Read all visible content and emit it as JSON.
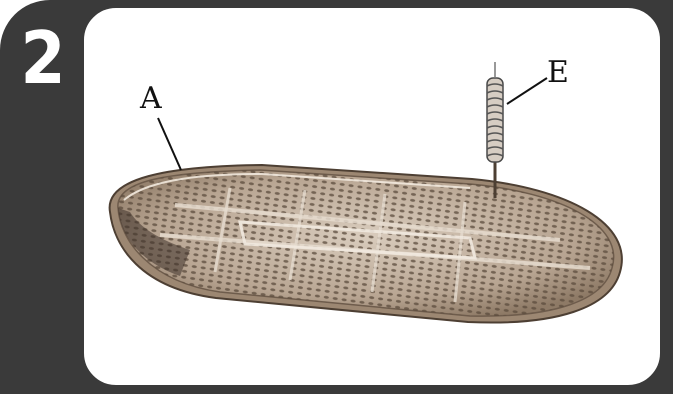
{
  "step": {
    "number": "2"
  },
  "labels": {
    "a": "A",
    "e": "E"
  },
  "colors": {
    "panel": "#3a3a3a",
    "card": "#ffffff",
    "tray_metal": "#b8a592",
    "tray_shadow": "#6e5c4c"
  },
  "icons": {
    "tray": "oval-perforated-tray-icon",
    "spring": "coil-spring-probe-icon"
  }
}
